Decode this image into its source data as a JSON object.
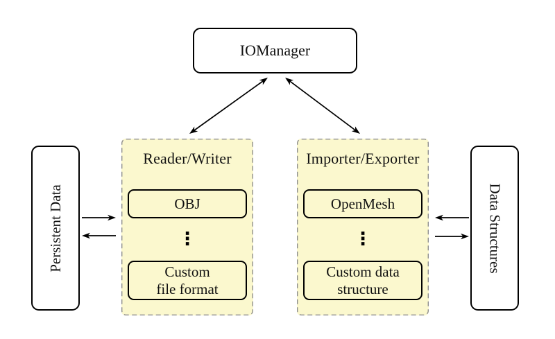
{
  "diagram": {
    "root": {
      "label": "IOManager"
    },
    "left_side": {
      "label": "Persistent Data"
    },
    "right_side": {
      "label": "Data Structures"
    },
    "groups": [
      {
        "title": "Reader/Writer",
        "ellipsis": "⋮",
        "items": [
          {
            "lines": [
              "OBJ"
            ]
          },
          {
            "lines": [
              "Custom",
              "file format"
            ]
          }
        ]
      },
      {
        "title": "Importer/Exporter",
        "ellipsis": "⋮",
        "items": [
          {
            "lines": [
              "OpenMesh"
            ]
          },
          {
            "lines": [
              "Custom data",
              "structure"
            ]
          }
        ]
      }
    ],
    "colors": {
      "group_fill": "#FBF8CE",
      "group_border": "#8E8E8E",
      "node_fill": "#FFFFFF",
      "node_border": "#000000",
      "arrow": "#000000"
    }
  }
}
